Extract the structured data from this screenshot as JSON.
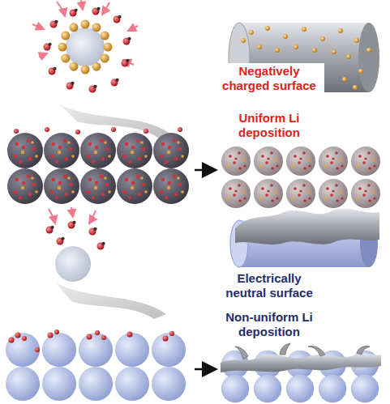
{
  "diagram": {
    "labels": [
      "Negatively charged surface",
      "Uniform Li deposition",
      "Electrically neutral surface",
      "Non-uniform Li deposition"
    ]
  }
}
